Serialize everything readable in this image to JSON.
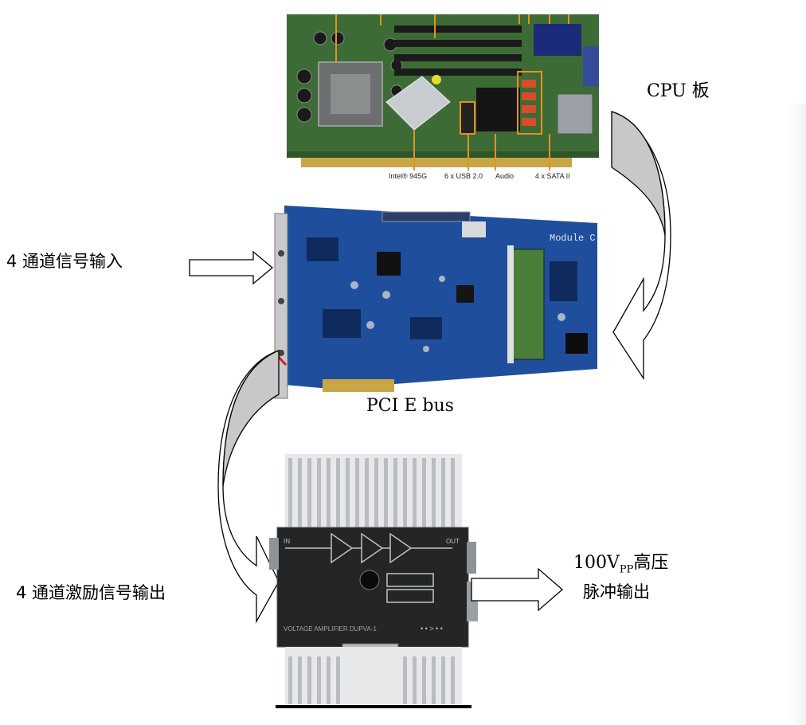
{
  "labels": {
    "cpu_board": "CPU 板",
    "signal_input": "4 通道信号输入",
    "pcie_bus": "PCI E bus",
    "excitation_output": "4 通道激励信号输出",
    "hv_output_prefix": "100V",
    "hv_output_subscript": "PP",
    "hv_output_suffix": "高压",
    "hv_output_line2": "脉冲输出"
  },
  "cpu_board_callouts": [
    "Intel® 945G",
    "6 x USB 2.0",
    "Audio",
    "4 x SATA II"
  ],
  "acquisition_card_text": "Module C",
  "amplifier": {
    "caption": "VOLTAGE AMPLIFIER DUPVA-1",
    "in_label": "IN",
    "out_label": "OUT"
  },
  "colors": {
    "cpu_board_pcb": "#3d6b35",
    "acq_card_pcb": "#1f4f9c",
    "amplifier_body": "#232527",
    "heatsink": "#cfd3d6",
    "callout": "#e8911a",
    "curved_arrow_fill": "#c8c8c8"
  }
}
